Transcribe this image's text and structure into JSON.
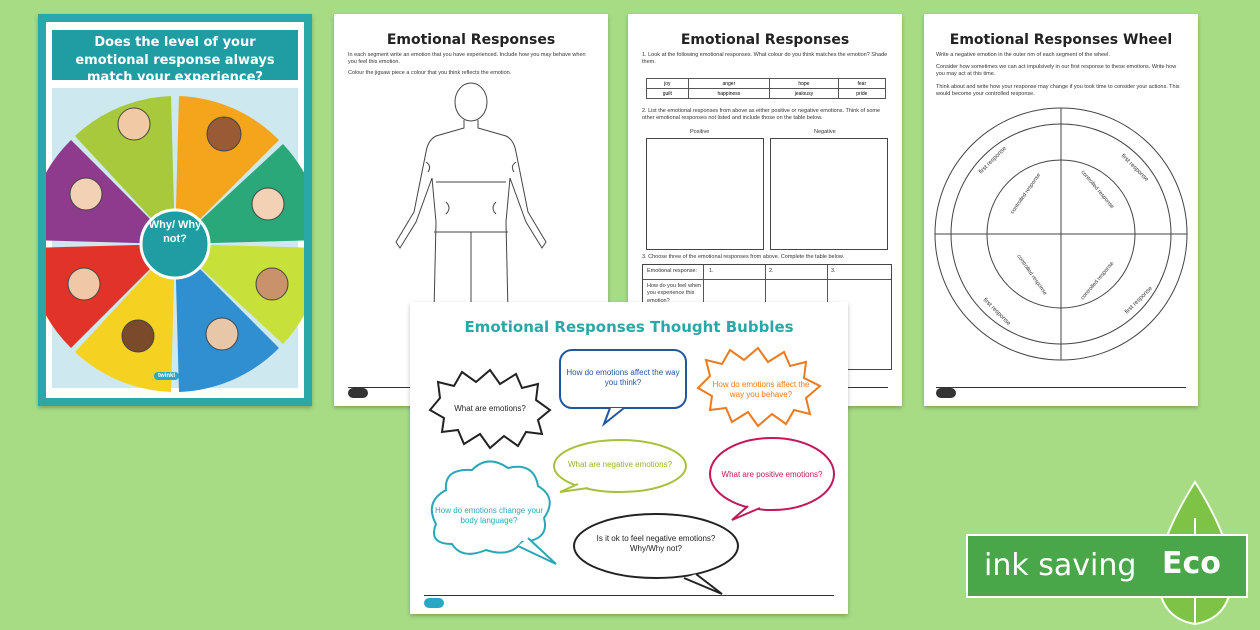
{
  "poster": {
    "title": "Does the level of your emotional response always match your experience?",
    "center": "Why/ Why not?",
    "logo": "twinkl"
  },
  "sheet1": {
    "title": "Emotional Responses",
    "instruction1": "In each segment write an emotion that you have experienced. Include how you may behave when you feel this emotion.",
    "instruction2": "Colour the jigsaw piece a colour that you think reflects the emotion."
  },
  "sheet2": {
    "title": "Emotional Responses",
    "q1": "1. Look at the following emotional responses. What colour do you think matches the emotion? Shade them.",
    "emotions": [
      [
        "joy",
        "anger",
        "hope",
        "fear"
      ],
      [
        "guilt",
        "happiness",
        "jealousy",
        "pride"
      ]
    ],
    "q2": "2. List the emotional responses from above as either positive or negative emotions. Think of some other emotional responses not listed and include those on the table below.",
    "positive": "Positive",
    "negative": "Negative",
    "q3": "3. Choose three of the emotional responses from above. Complete the table below.",
    "row1": "Emotional response:",
    "row2": "How do you feel when you experience this emotion?",
    "c1": "1.",
    "c2": "2.",
    "c3": "3."
  },
  "sheet3": {
    "title": "Emotional Responses Wheel",
    "i1": "Write a negative emotion in the outer rim of each segment of the wheel.",
    "i2": "Consider how sometimes we can act impulsively in our first response to these emotions. Write how you may act at this time.",
    "i3": "Think about and write how your response may change if you took time to consider your actions. This would become your controlled response.",
    "first_response": "first response",
    "controlled_response": "controlled response"
  },
  "sheet4": {
    "title": "Emotional Responses Thought Bubbles",
    "bubbles": [
      "What are emotions?",
      "How do emotions affect the way you think?",
      "How do emotions affect the way you behave?",
      "What are negative emotions?",
      "What are positive emotions?",
      "How do emotions change your body language?",
      "Is it ok to feel negative emotions? Why/Why not?"
    ]
  },
  "eco": {
    "label": "ink saving",
    "badge": "Eco",
    "colors": {
      "banner": "#49a74a",
      "leaf": "#7cc243",
      "background": "#a7dc84"
    }
  }
}
